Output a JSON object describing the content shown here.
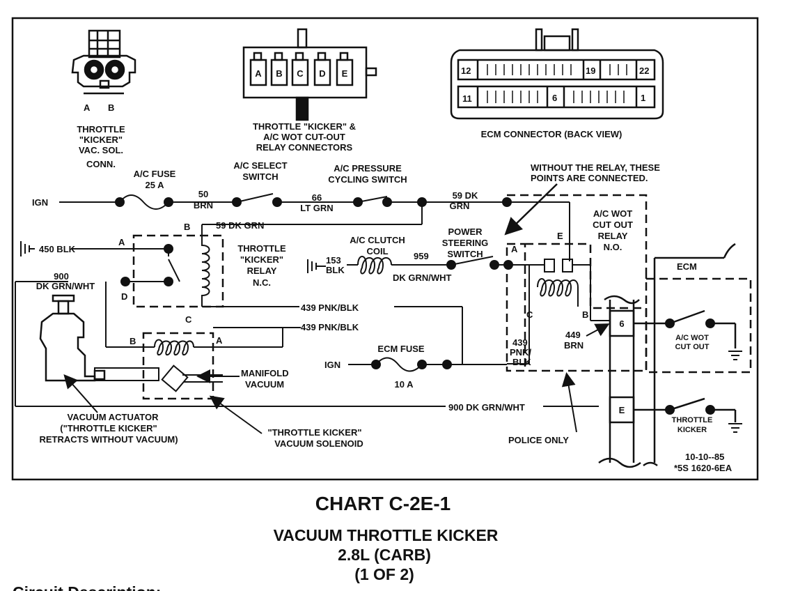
{
  "connectors": {
    "kicker_conn": {
      "pins": [
        "A",
        "B"
      ],
      "label": [
        "THROTTLE",
        "\"KICKER\"",
        "VAC. SOL.",
        "CONN."
      ]
    },
    "relay_conn": {
      "pins": [
        "A",
        "B",
        "C",
        "D",
        "E"
      ],
      "label": [
        "THROTTLE \"KICKER\" &",
        "A/C WOT CUT-OUT",
        "RELAY CONNECTORS"
      ]
    },
    "ecm_conn": {
      "pins_top": [
        "12",
        "19",
        "22"
      ],
      "pins_bottom": [
        "11",
        "6",
        "1"
      ],
      "label": "ECM CONNECTOR (BACK VIEW)"
    }
  },
  "circuit": {
    "ign1": "IGN",
    "ign2": "IGN",
    "ac_fuse": [
      "A/C FUSE",
      "25 A"
    ],
    "ac_select": [
      "A/C SELECT",
      "SWITCH"
    ],
    "ac_pressure": [
      "A/C PRESSURE",
      "CYCLING SWITCH"
    ],
    "wire50": [
      "50",
      "BRN"
    ],
    "wire66": [
      "66",
      "LT GRN"
    ],
    "wire59a": [
      "59 DK",
      "GRN"
    ],
    "wire59b": "59 DK GRN",
    "without_relay": [
      "WITHOUT THE RELAY, THESE",
      "POINTS ARE CONNECTED."
    ],
    "ac_wot_relay": [
      "A/C WOT",
      "CUT OUT",
      "RELAY",
      "N.O."
    ],
    "blk450": "450 BLK",
    "tk_relay": [
      "THROTTLE",
      "\"KICKER\"",
      "RELAY",
      "N.C."
    ],
    "clutch": [
      "A/C CLUTCH",
      "COIL"
    ],
    "blk153": [
      "153",
      "BLK"
    ],
    "w959": "959",
    "w959b": "DK GRN/WHT",
    "ps_switch": [
      "POWER",
      "STEERING",
      "SWITCH"
    ],
    "w900": [
      "900",
      "DK GRN/WHT"
    ],
    "pnk1": "439 PNK/BLK",
    "pnk2": "439 PNK/BLK",
    "pnk3": [
      "439",
      "PNK/",
      "BLK"
    ],
    "brn449": [
      "449",
      "BRN"
    ],
    "ecm_fuse": "ECM FUSE",
    "ecm_fuse_amp": "10 A",
    "manifold": [
      "MANIFOLD",
      "VACUUM"
    ],
    "w900b": "900 DK GRN/WHT",
    "actuator": [
      "VACUUM ACTUATOR",
      "(\"THROTTLE KICKER\"",
      "RETRACTS WITHOUT  VACUUM)"
    ],
    "solenoid": [
      "\"THROTTLE KICKER\"",
      "VACUUM SOLENOID"
    ],
    "police": "POLICE ONLY",
    "ecm": "ECM",
    "ecm_pin6": "6",
    "ecm_pinE": "E",
    "ac_wot_cut": [
      "A/C WOT",
      "CUT OUT"
    ],
    "tk_ecm": [
      "THROTTLE",
      "KICKER"
    ],
    "date": [
      "10-10--85",
      "*5S 1620-6EA"
    ],
    "letters": {
      "A": "A",
      "B": "B",
      "C": "C",
      "D": "D",
      "E": "E"
    }
  },
  "titles": {
    "chart": "CHART C-2E-1",
    "line1": "VACUUM THROTTLE KICKER",
    "line2": "2.8L  (CARB)",
    "line3": "(1 OF 2)",
    "bottom": "Circuit Description:"
  }
}
